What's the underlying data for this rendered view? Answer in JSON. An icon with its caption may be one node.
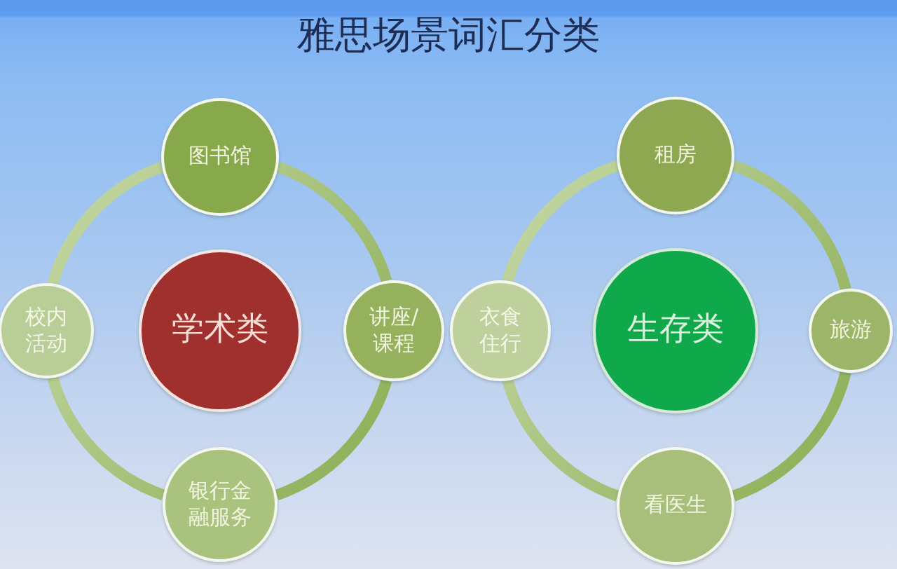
{
  "diagram": {
    "title": "雅思场景词汇分类",
    "nodes": [
      {
        "text": [
          "图书馆"
        ]
      },
      {
        "text": [
          "校内活动"
        ]
      },
      {
        "text": [
          "学术类"
        ]
      },
      {
        "text": [
          "讲座/课程"
        ]
      },
      {
        "text": [
          "银行金融服务"
        ]
      },
      {
        "text": [
          "租房"
        ]
      },
      {
        "text": [
          "衣食住行"
        ]
      },
      {
        "text": [
          "生存类"
        ]
      },
      {
        "text": [
          "旅游"
        ]
      },
      {
        "text": [
          "看医生"
        ]
      }
    ],
    "edges": [
      {
        "from": 0,
        "to": 3,
        "arrow": "none"
      },
      {
        "from": 3,
        "to": 4,
        "arrow": "none"
      },
      {
        "from": 4,
        "to": 1,
        "arrow": "none"
      },
      {
        "from": 1,
        "to": 0,
        "arrow": "none"
      },
      {
        "from": 5,
        "to": 8,
        "arrow": "none"
      },
      {
        "from": 8,
        "to": 9,
        "arrow": "none"
      },
      {
        "from": 9,
        "to": 6,
        "arrow": "none"
      },
      {
        "from": 6,
        "to": 5,
        "arrow": "none"
      }
    ]
  }
}
